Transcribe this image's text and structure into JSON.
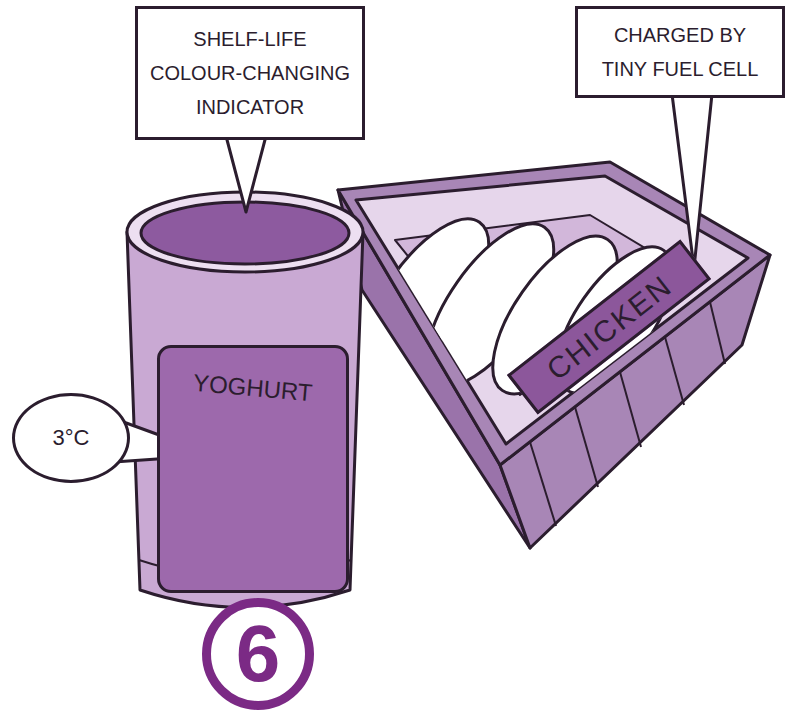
{
  "diagram": {
    "nodes": [
      {
        "text": [
          "SHELF-LIFE COLOUR-CHANGING INDICATOR"
        ]
      },
      {
        "text": [
          "CHARGED BY TINY FUEL CELL"
        ]
      },
      {
        "text": [
          "3°C"
        ]
      },
      {
        "text": [
          "YOGHURT"
        ]
      },
      {
        "text": [
          "CHICKEN"
        ]
      },
      {
        "text": [
          "6"
        ]
      }
    ]
  }
}
